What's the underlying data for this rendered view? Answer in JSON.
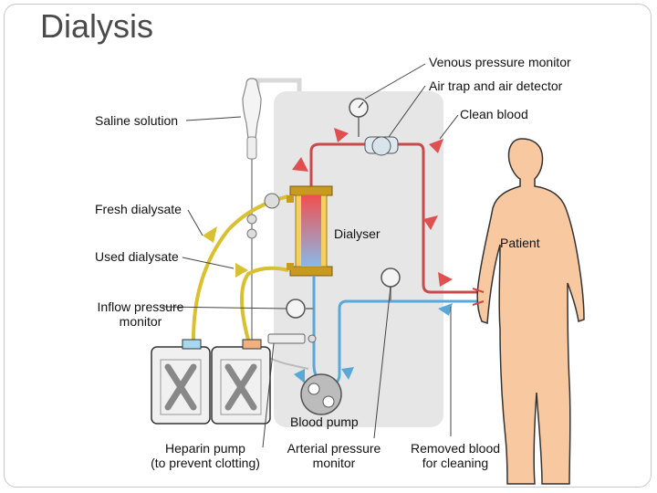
{
  "slide": {
    "title": "Dialysis"
  },
  "labels": {
    "venous_pressure_monitor": "Venous pressure monitor",
    "air_trap": "Air trap and air detector",
    "clean_blood": "Clean blood",
    "saline_solution": "Saline solution",
    "fresh_dialysate": "Fresh dialysate",
    "used_dialysate": "Used dialysate",
    "dialyser": "Dialyser",
    "patient": "Patient",
    "inflow_pressure_monitor": [
      "Inflow pressure",
      "monitor"
    ],
    "blood_pump": "Blood pump",
    "heparin_pump": [
      "Heparin pump",
      "(to prevent clotting)"
    ],
    "arterial_pressure_monitor": [
      "Arterial pressure",
      "monitor"
    ],
    "removed_blood": [
      "Removed blood",
      "for cleaning"
    ]
  },
  "colors": {
    "clean_blood_line": "#c84a4a",
    "removed_blood_line": "#5aa8d8",
    "dialysate_line": "#d8c030",
    "machine_panel": "#e6e6e6",
    "patient_skin": "#f8c8a0",
    "patient_outline": "#333333"
  }
}
